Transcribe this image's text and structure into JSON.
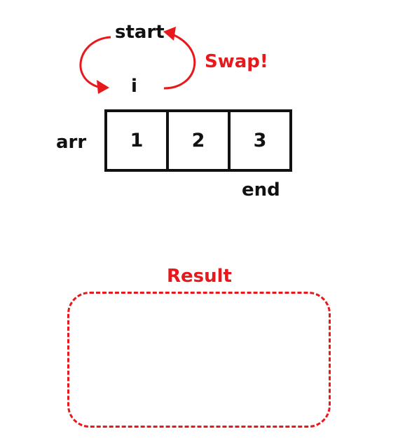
{
  "labels": {
    "start": "start",
    "index": "i",
    "swap": "Swap!",
    "array_name": "arr",
    "end": "end",
    "result": "Result"
  },
  "array": {
    "cells": [
      "1",
      "2",
      "3"
    ]
  },
  "colors": {
    "ink": "#111111",
    "accent": "#e8191c"
  }
}
